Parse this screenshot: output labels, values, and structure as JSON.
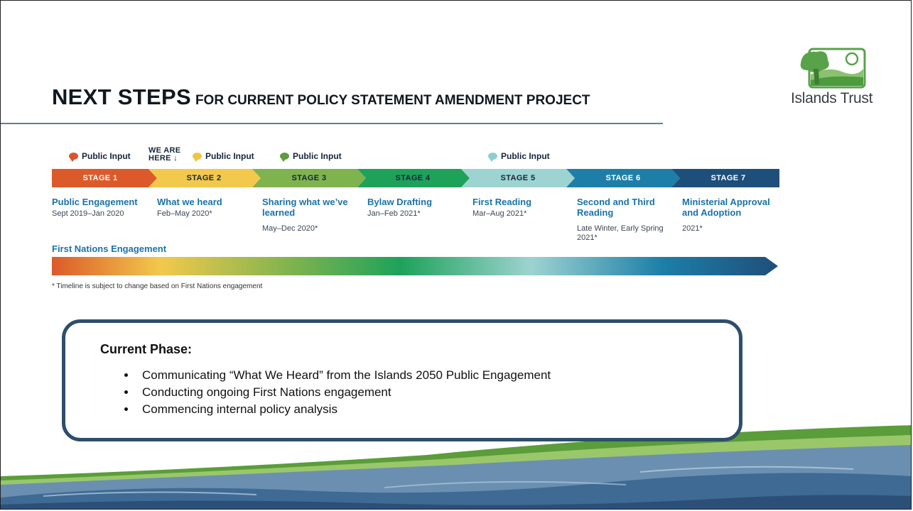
{
  "title": {
    "main": "NEXT STEPS",
    "sub": "FOR CURRENT POLICY STATEMENT AMENDMENT PROJECT"
  },
  "logo": {
    "text": "Islands Trust"
  },
  "marker": {
    "line1": "WE ARE",
    "line2": "HERE ↓"
  },
  "public_input": [
    {
      "label": "Public Input",
      "color": "#d9532b"
    },
    {
      "label": "Public Input",
      "color": "#f0c443"
    },
    {
      "label": "Public Input",
      "color": "#5e9b3e"
    },
    {
      "label": "Public Input",
      "color": "#8dcfcf"
    }
  ],
  "stages": [
    {
      "label": "STAGE 1",
      "name": "Public Engagement",
      "date": "Sept 2019–Jan 2020",
      "color": "#dc5a2a",
      "text_color": "#ffffff"
    },
    {
      "label": "STAGE 2",
      "name": "What we heard",
      "date": "Feb–May 2020*",
      "color": "#f2c94c",
      "text_color": "#15263a"
    },
    {
      "label": "STAGE 3",
      "name": "Sharing what we’ve learned",
      "date": "May–Dec 2020*",
      "color": "#7fb34e",
      "text_color": "#15263a"
    },
    {
      "label": "STAGE 4",
      "name": "Bylaw Drafting",
      "date": "Jan–Feb 2021*",
      "color": "#1ea25a",
      "text_color": "#15263a"
    },
    {
      "label": "STAGE 5",
      "name": "First Reading",
      "date": "Mar–Aug 2021*",
      "color": "#9dd3d0",
      "text_color": "#15263a"
    },
    {
      "label": "STAGE 6",
      "name": "Second and Third Reading",
      "date": "Late Winter, Early Spring 2021*",
      "color": "#1d7fa8",
      "text_color": "#ffffff"
    },
    {
      "label": "STAGE 7",
      "name": "Ministerial Approval and Adoption",
      "date": "2021*",
      "color": "#1e4f7a",
      "text_color": "#ffffff"
    }
  ],
  "first_nations": {
    "label": "First Nations Engagement"
  },
  "note": "* Timeline is subject to change based on First Nations engagement",
  "current_phase": {
    "title": "Current Phase:",
    "items": [
      "Communicating “What We Heard” from the Islands 2050 Public Engagement",
      "Conducting ongoing First Nations engagement",
      "Commencing internal policy analysis"
    ]
  }
}
